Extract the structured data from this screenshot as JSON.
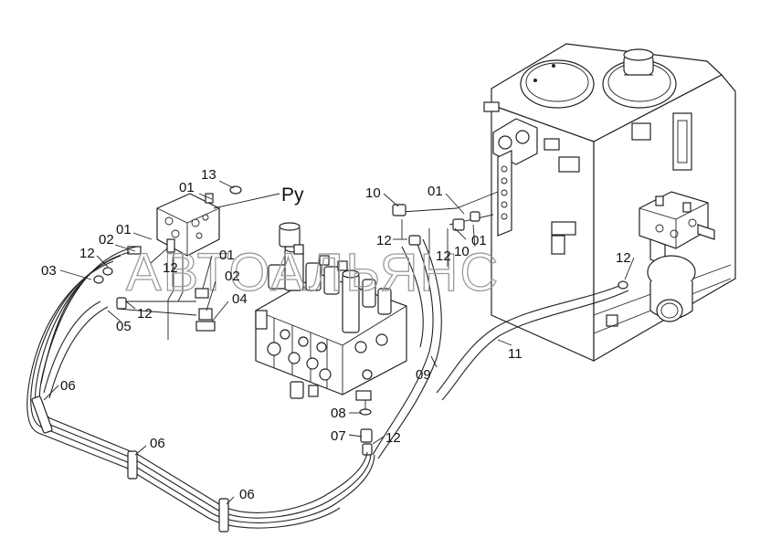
{
  "watermark": "АВТОАЛЬЯНС",
  "callouts": {
    "c13": "13",
    "c01a": "01",
    "py": "Py",
    "c01b": "01",
    "c02a": "02",
    "c12a": "12",
    "c03": "03",
    "c12b": "12",
    "c01c": "01",
    "c02b": "02",
    "c04": "04",
    "c12c": "12",
    "c05": "05",
    "c06a": "06",
    "c06b": "06",
    "c06c": "06",
    "c10a": "10",
    "c01d": "01",
    "c12d": "12",
    "c12e": "12",
    "c10b": "10",
    "c01e": "01",
    "c12f": "12",
    "c11": "11",
    "c09": "09",
    "c08": "08",
    "c07": "07",
    "c12g": "12"
  },
  "icons": [
    "hydraulic-tank",
    "control-valve-block",
    "pilot-valve-block",
    "accumulator",
    "hose-bundle"
  ]
}
